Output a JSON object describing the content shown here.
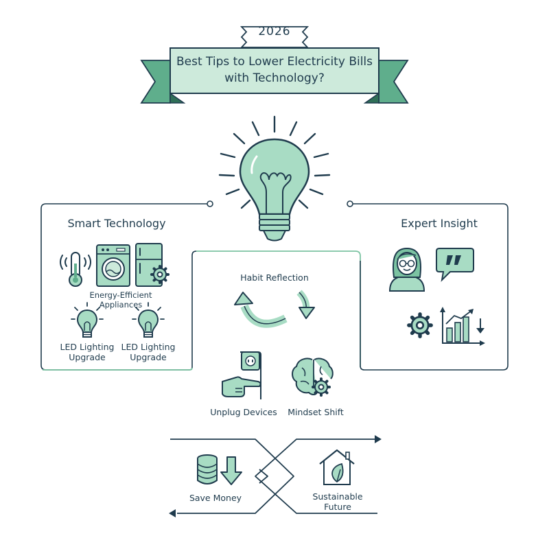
{
  "header": {
    "year": "2026",
    "title": "Best Tips to Lower Electricity Bills with Technology?"
  },
  "sections": {
    "smart_technology": {
      "title": "Smart Technology",
      "appliances_label": "Energy-Efficient Appliances",
      "led_left_label": "LED Lighting Upgrade",
      "led_right_label": "LED Lighting Upgrade"
    },
    "expert_insight": {
      "title": "Expert Insight"
    },
    "habit_reflection": {
      "title": "Habit Reflection",
      "unplug_label": "Unplug Devices",
      "mindset_label": "Mindset Shift"
    },
    "outcomes": {
      "save_money_label": "Save Money",
      "sustainable_label": "Sustainable Future"
    }
  },
  "icons": [
    "lightbulb-icon",
    "thermometer-icon",
    "washing-machine-icon",
    "refrigerator-icon",
    "gear-icon",
    "led-bulb-icon",
    "power-outlet-icon",
    "hand-pointing-icon",
    "brain-gear-icon",
    "person-glasses-icon",
    "quote-bubble-icon",
    "bar-chart-down-icon",
    "coin-stack-icon",
    "arrow-down-icon",
    "house-leaf-icon",
    "cycle-arrows-icon"
  ],
  "colors": {
    "ink": "#1f3b4d",
    "mint_fill": "#a8dcc4",
    "mint_light": "#cdeadb",
    "ribbon_dark": "#5fae8c",
    "green_line": "#7cc3a2"
  }
}
